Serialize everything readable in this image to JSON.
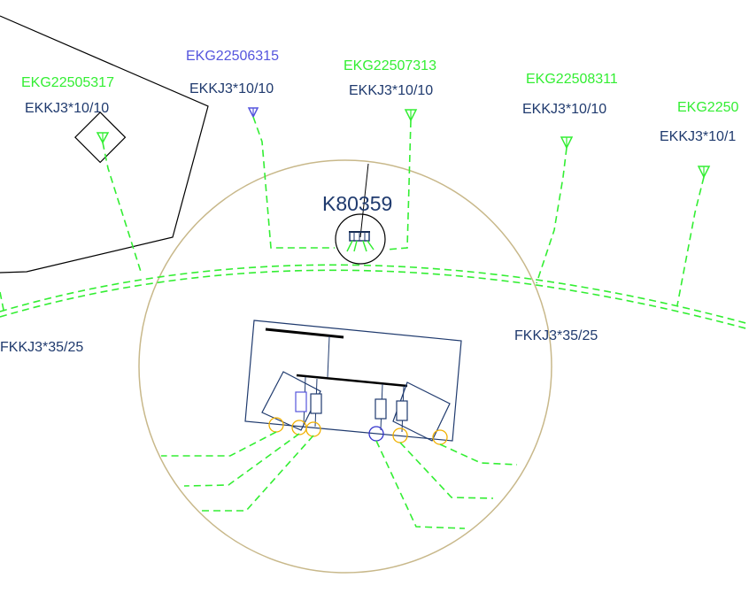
{
  "colors": {
    "green": "#33ee33",
    "navy": "#1f3a6e",
    "blue_purple": "#5555dd",
    "tan": "#c8b88a",
    "black": "#000000",
    "orange": "#f0b000",
    "blue_circle": "#3333cc"
  },
  "labels": {
    "ekg_1": "EKG22505317",
    "cable_1": "EKKJ3*10/10",
    "ekg_2": "EKG22506315",
    "cable_2": "EKKJ3*10/10",
    "ekg_3": "EKG22507313",
    "cable_3": "EKKJ3*10/10",
    "ekg_4": "EKG22508311",
    "cable_4": "EKKJ3*10/10",
    "ekg_5": "EKG2250",
    "cable_5": "EKKJ3*10/1",
    "substation": "K80359",
    "main_cable_left": "FKKJ3*35/25",
    "main_cable_right": "FKKJ3*35/25"
  },
  "icons": [
    "antenna-icon",
    "circle-connector-icon",
    "fuse-icon"
  ]
}
